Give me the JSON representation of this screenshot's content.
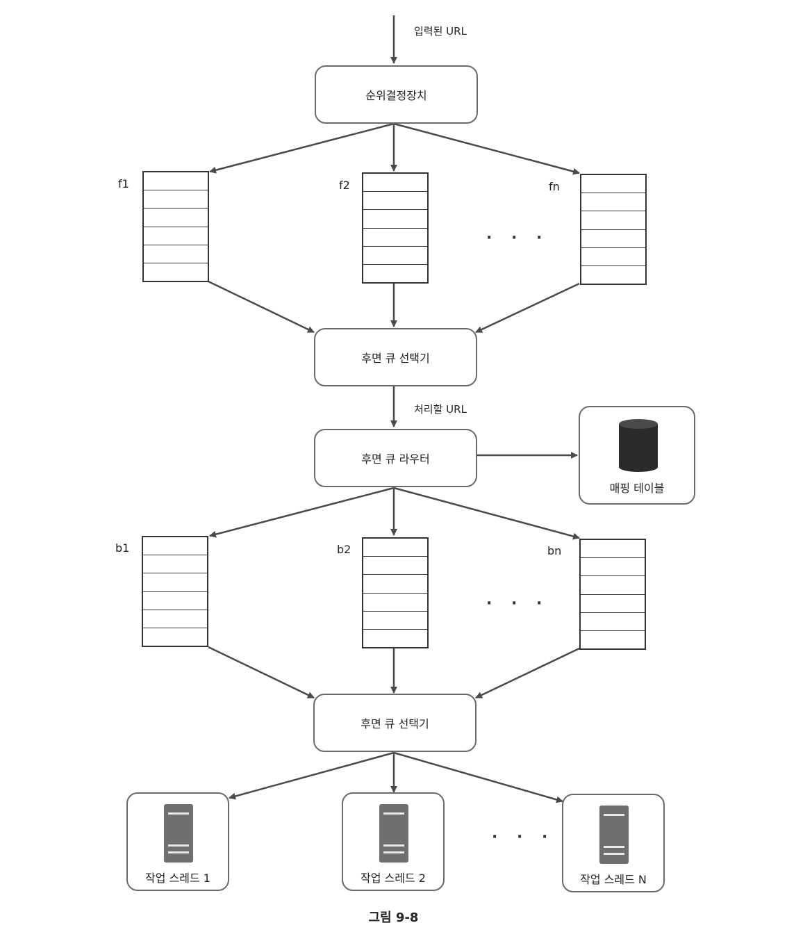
{
  "input_label": "입력된 URL",
  "prioritizer": "순위결정장치",
  "front_queues": [
    "f1",
    "f2",
    "fn"
  ],
  "front_selector": "후면 큐 선택기",
  "processed_label": "처리할 URL",
  "back_router": "후면 큐 라우터",
  "mapping_table": "매핑 테이블",
  "back_queues": [
    "b1",
    "b2",
    "bn"
  ],
  "back_selector": "후면 큐 선택기",
  "workers": [
    "작업 스레드 1",
    "작업 스레드 2",
    "작업 스레드 N"
  ],
  "ellipsis": "· · ·",
  "caption": "그림 9-8",
  "colors": {
    "box_border": "#6a6a6a",
    "arrow": "#4a4a4a",
    "server": "#6f6f6f",
    "db": "#2b2b2b"
  }
}
